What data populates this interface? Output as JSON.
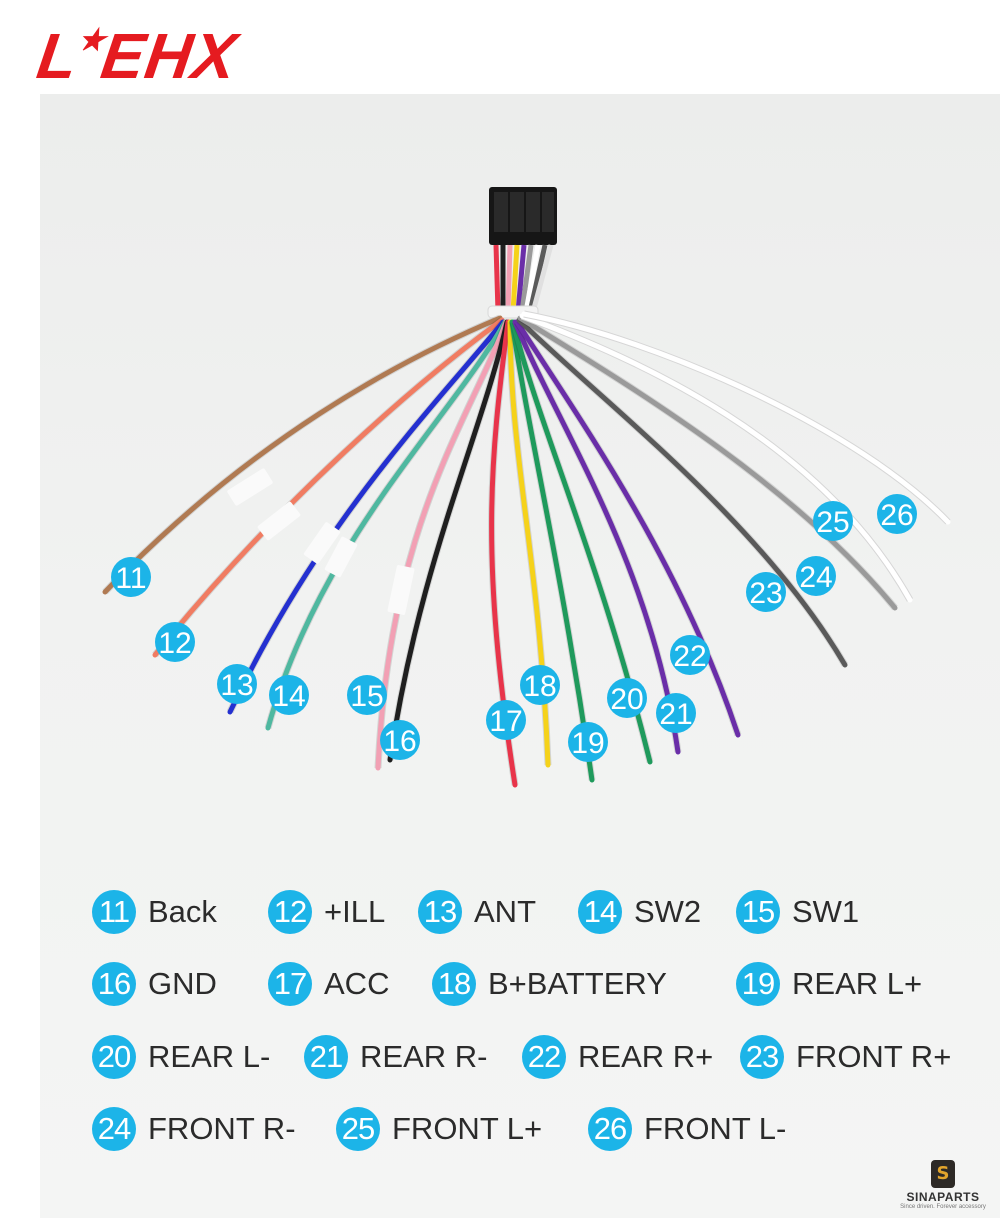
{
  "brand": {
    "logo_text": "LEHX"
  },
  "pins": [
    {
      "num": "11",
      "label": "Back",
      "wire_color": "#b07a52"
    },
    {
      "num": "12",
      "label": "+ILL",
      "wire_color": "#f07c62"
    },
    {
      "num": "13",
      "label": "ANT",
      "wire_color": "#2430d0"
    },
    {
      "num": "14",
      "label": "SW2",
      "wire_color": "#4fb8a0"
    },
    {
      "num": "15",
      "label": "SW1",
      "wire_color": "#f2a0b4"
    },
    {
      "num": "16",
      "label": "GND",
      "wire_color": "#1f1f1f"
    },
    {
      "num": "17",
      "label": "ACC",
      "wire_color": "#e8344a"
    },
    {
      "num": "18",
      "label": "B+BATTERY",
      "wire_color": "#f5d21a"
    },
    {
      "num": "19",
      "label": "REAR L+",
      "wire_color": "#1f9a5c"
    },
    {
      "num": "20",
      "label": "REAR L-",
      "wire_color": "#1f9a5c"
    },
    {
      "num": "21",
      "label": "REAR R-",
      "wire_color": "#6a2ea8"
    },
    {
      "num": "22",
      "label": "REAR R+",
      "wire_color": "#6a2ea8"
    },
    {
      "num": "23",
      "label": "FRONT R+",
      "wire_color": "#5a5a5a"
    },
    {
      "num": "24",
      "label": "FRONT R-",
      "wire_color": "#9a9a9a"
    },
    {
      "num": "25",
      "label": "FRONT L+",
      "wire_color": "#ffffff"
    },
    {
      "num": "26",
      "label": "FRONT L-",
      "wire_color": "#ffffff"
    }
  ],
  "colors": {
    "badge": "#1cb4e8",
    "brand": "#e51b20"
  },
  "watermark": {
    "name": "SINAPARTS",
    "tagline": "Since driven. Forever accessory"
  }
}
